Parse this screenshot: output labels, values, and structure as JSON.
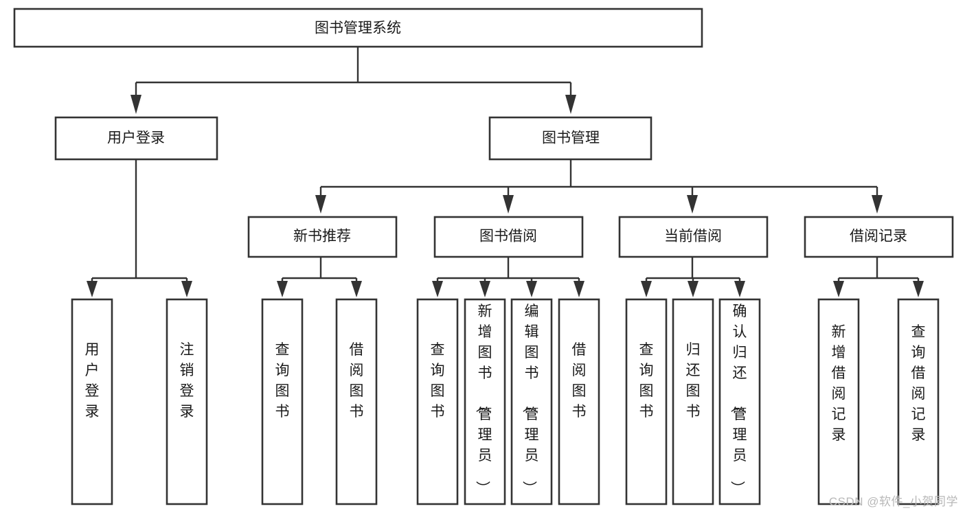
{
  "diagram": {
    "type": "tree-hierarchy",
    "title": "图书管理系统功能结构图",
    "root": {
      "id": "root",
      "label": "图书管理系统",
      "orientation": "horizontal"
    },
    "level2": [
      {
        "id": "user-login",
        "label": "用户登录",
        "orientation": "horizontal"
      },
      {
        "id": "book-manage",
        "label": "图书管理",
        "orientation": "horizontal"
      }
    ],
    "level3": [
      {
        "id": "new-book-rec",
        "label": "新书推荐",
        "orientation": "horizontal",
        "parent": "book-manage"
      },
      {
        "id": "book-borrow",
        "label": "图书借阅",
        "orientation": "horizontal",
        "parent": "book-manage"
      },
      {
        "id": "current-borrow",
        "label": "当前借阅",
        "orientation": "horizontal",
        "parent": "book-manage"
      },
      {
        "id": "borrow-record",
        "label": "借阅记录",
        "orientation": "horizontal",
        "parent": "book-manage"
      }
    ],
    "leaves": [
      {
        "id": "leaf-user-login",
        "label": "用户登录",
        "orientation": "vertical",
        "parent": "user-login"
      },
      {
        "id": "leaf-logout-login",
        "label": "注销登录",
        "orientation": "vertical",
        "parent": "user-login"
      },
      {
        "id": "leaf-query-book-1",
        "label": "查询图书",
        "orientation": "vertical",
        "parent": "new-book-rec"
      },
      {
        "id": "leaf-borrow-book-1",
        "label": "借阅图书",
        "orientation": "vertical",
        "parent": "new-book-rec"
      },
      {
        "id": "leaf-query-book-2",
        "label": "查询图书",
        "orientation": "vertical",
        "parent": "book-borrow"
      },
      {
        "id": "leaf-add-book",
        "label": "新增图书（管理员）",
        "orientation": "vertical",
        "parent": "book-borrow"
      },
      {
        "id": "leaf-edit-book",
        "label": "编辑图书（管理员）",
        "orientation": "vertical",
        "parent": "book-borrow"
      },
      {
        "id": "leaf-borrow-book-2",
        "label": "借阅图书",
        "orientation": "vertical",
        "parent": "book-borrow"
      },
      {
        "id": "leaf-query-book-3",
        "label": "查询图书",
        "orientation": "vertical",
        "parent": "current-borrow"
      },
      {
        "id": "leaf-return-book",
        "label": "归还图书",
        "orientation": "vertical",
        "parent": "current-borrow"
      },
      {
        "id": "leaf-confirm-return",
        "label": "确认归还（管理员）",
        "orientation": "vertical",
        "parent": "current-borrow"
      },
      {
        "id": "leaf-add-record",
        "label": "新增借阅记录",
        "orientation": "vertical",
        "parent": "borrow-record"
      },
      {
        "id": "leaf-query-record",
        "label": "查询借阅记录",
        "orientation": "vertical",
        "parent": "borrow-record"
      }
    ],
    "colors": {
      "box_stroke": "#333333",
      "box_fill": "#ffffff",
      "text": "#1a1a1a",
      "connector": "#333333",
      "background": "#ffffff",
      "watermark": "#b8b8b8"
    }
  },
  "watermark": {
    "text": "CSDN @软件_小贺同学"
  }
}
